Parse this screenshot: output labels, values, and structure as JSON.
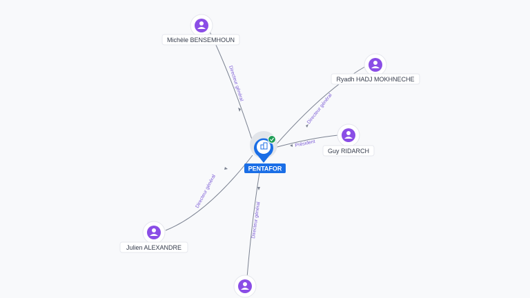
{
  "company": {
    "name": "PENTAFOR",
    "accent": "#1a6ee6",
    "verified_color": "#1e9e57",
    "icon": "building-icon"
  },
  "people": [
    {
      "name": "Michèle BENSEMHOUN",
      "role": "Directeur général"
    },
    {
      "name": "Ryadh HADJ MOKHNECHE",
      "role": "Directeur général"
    },
    {
      "name": "Guy RIDARCH",
      "role": "Président"
    },
    {
      "name": "Julien ALEXANDRE",
      "role": "Directeur général"
    },
    {
      "name": "",
      "role": "Directeur général"
    }
  ],
  "colors": {
    "person_accent": "#8a4de6",
    "edge": "#7a8190",
    "edge_label": "#7d5dd6",
    "background": "#f8f9fb"
  }
}
